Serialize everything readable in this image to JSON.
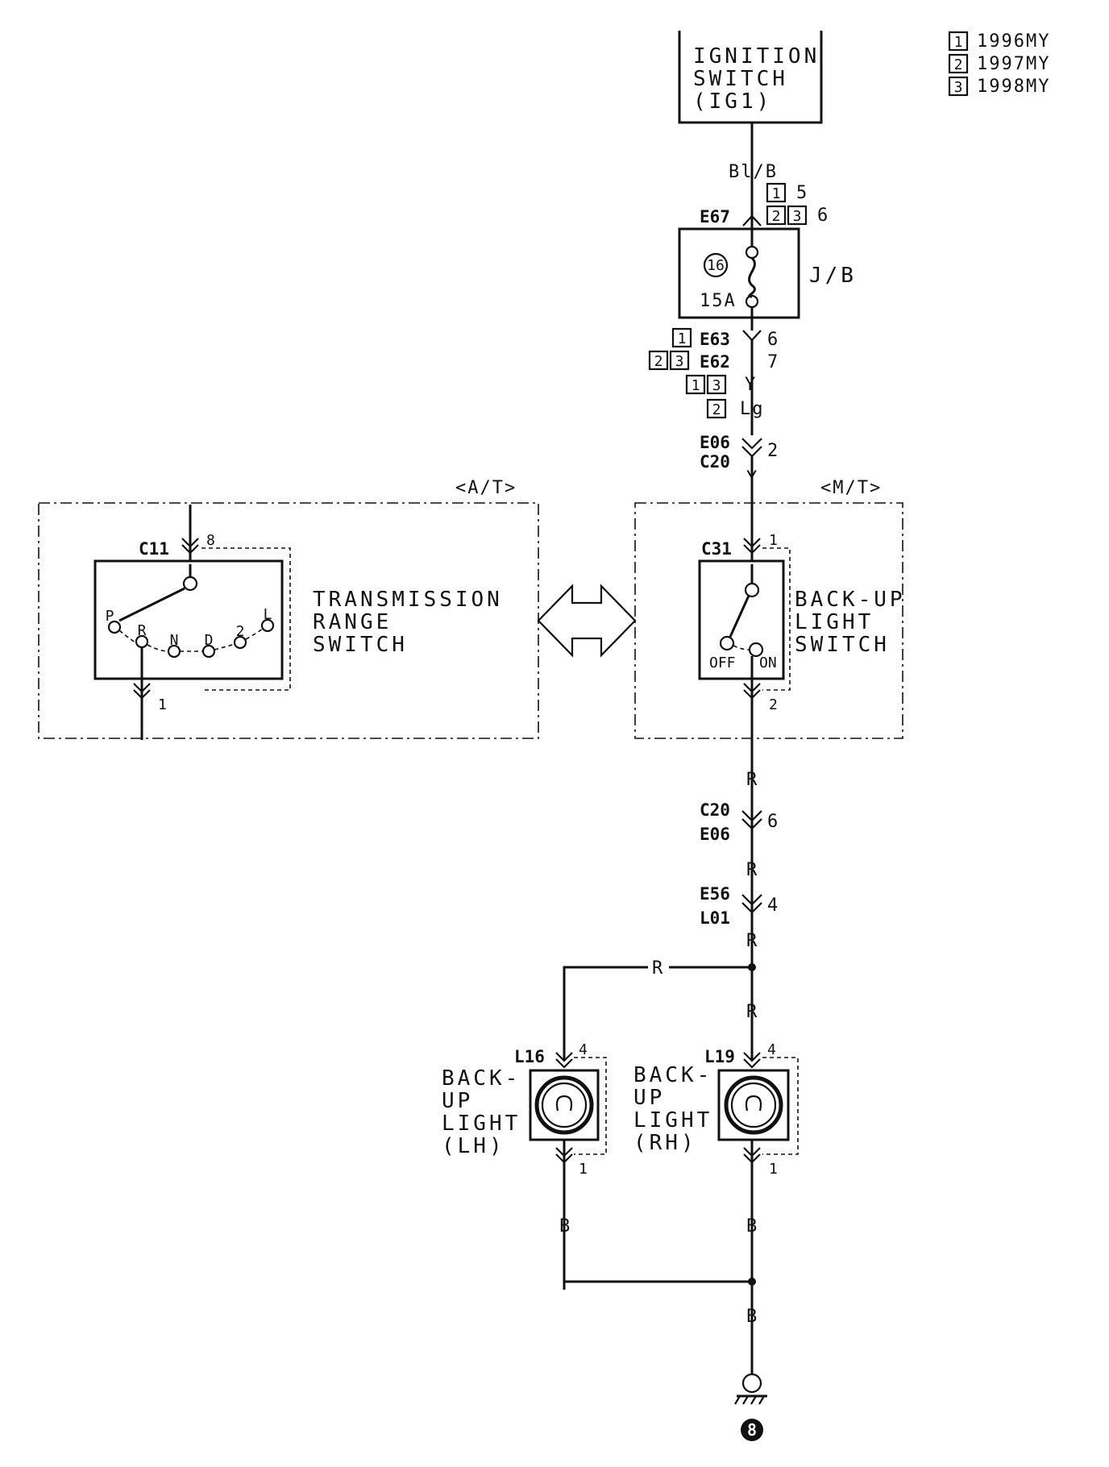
{
  "legend": [
    {
      "num": "1",
      "label": "1996MY"
    },
    {
      "num": "2",
      "label": "1997MY"
    },
    {
      "num": "3",
      "label": "1998MY"
    }
  ],
  "ignition": {
    "line1": "IGNITION",
    "line2": "SWITCH",
    "line3": "(IG1)"
  },
  "wires": {
    "bl_b": "Bl/B",
    "y": "Y",
    "lg": "Lg",
    "r": "R",
    "b": "B"
  },
  "fuse": {
    "number": "16",
    "rating": "15A",
    "jb": "J/B"
  },
  "connectors": {
    "e67": "E67",
    "e67_pin_1": "5",
    "e67_pin_23": "6",
    "e63": "E63",
    "e63_pin": "6",
    "e62": "E62",
    "e62_pin": "7",
    "e06": "E06",
    "c20": "C20",
    "e06_c20_pin": "2",
    "c11": "C11",
    "c11_pin_top": "8",
    "c11_pin_bottom": "1",
    "c31": "C31",
    "c31_pin_top": "1",
    "c31_pin_bottom": "2",
    "c20b": "C20",
    "e06b": "E06",
    "c20_e06_pin": "6",
    "e56": "E56",
    "l01": "L01",
    "e56_l01_pin": "4",
    "l16": "L16",
    "l16_pin_top": "4",
    "l16_pin_bottom": "1",
    "l19": "L19",
    "l19_pin_top": "4",
    "l19_pin_bottom": "1"
  },
  "variants": {
    "at": "<A/T>",
    "mt": "<M/T>",
    "y_tags": [
      "1",
      "3"
    ],
    "lg_tags": [
      "2"
    ],
    "e63_tags": [
      "1"
    ],
    "e62_tags": [
      "2",
      "3"
    ],
    "e67_tags_a": [
      "1"
    ],
    "e67_tags_b": [
      "2",
      "3"
    ]
  },
  "transmission_switch": {
    "line1": "TRANSMISSION",
    "line2": "RANGE",
    "line3": "SWITCH",
    "positions": [
      "P",
      "R",
      "N",
      "D",
      "2",
      "L"
    ]
  },
  "backup_switch": {
    "line1": "BACK-UP",
    "line2": "LIGHT",
    "line3": "SWITCH",
    "off": "OFF",
    "on": "ON"
  },
  "lamp_lh": {
    "line1": "BACK-",
    "line2": "UP",
    "line3": "LIGHT",
    "line4": "(LH)"
  },
  "lamp_rh": {
    "line1": "BACK-",
    "line2": "UP",
    "line3": "LIGHT",
    "line4": "(RH)"
  },
  "ground": {
    "number": "8"
  }
}
